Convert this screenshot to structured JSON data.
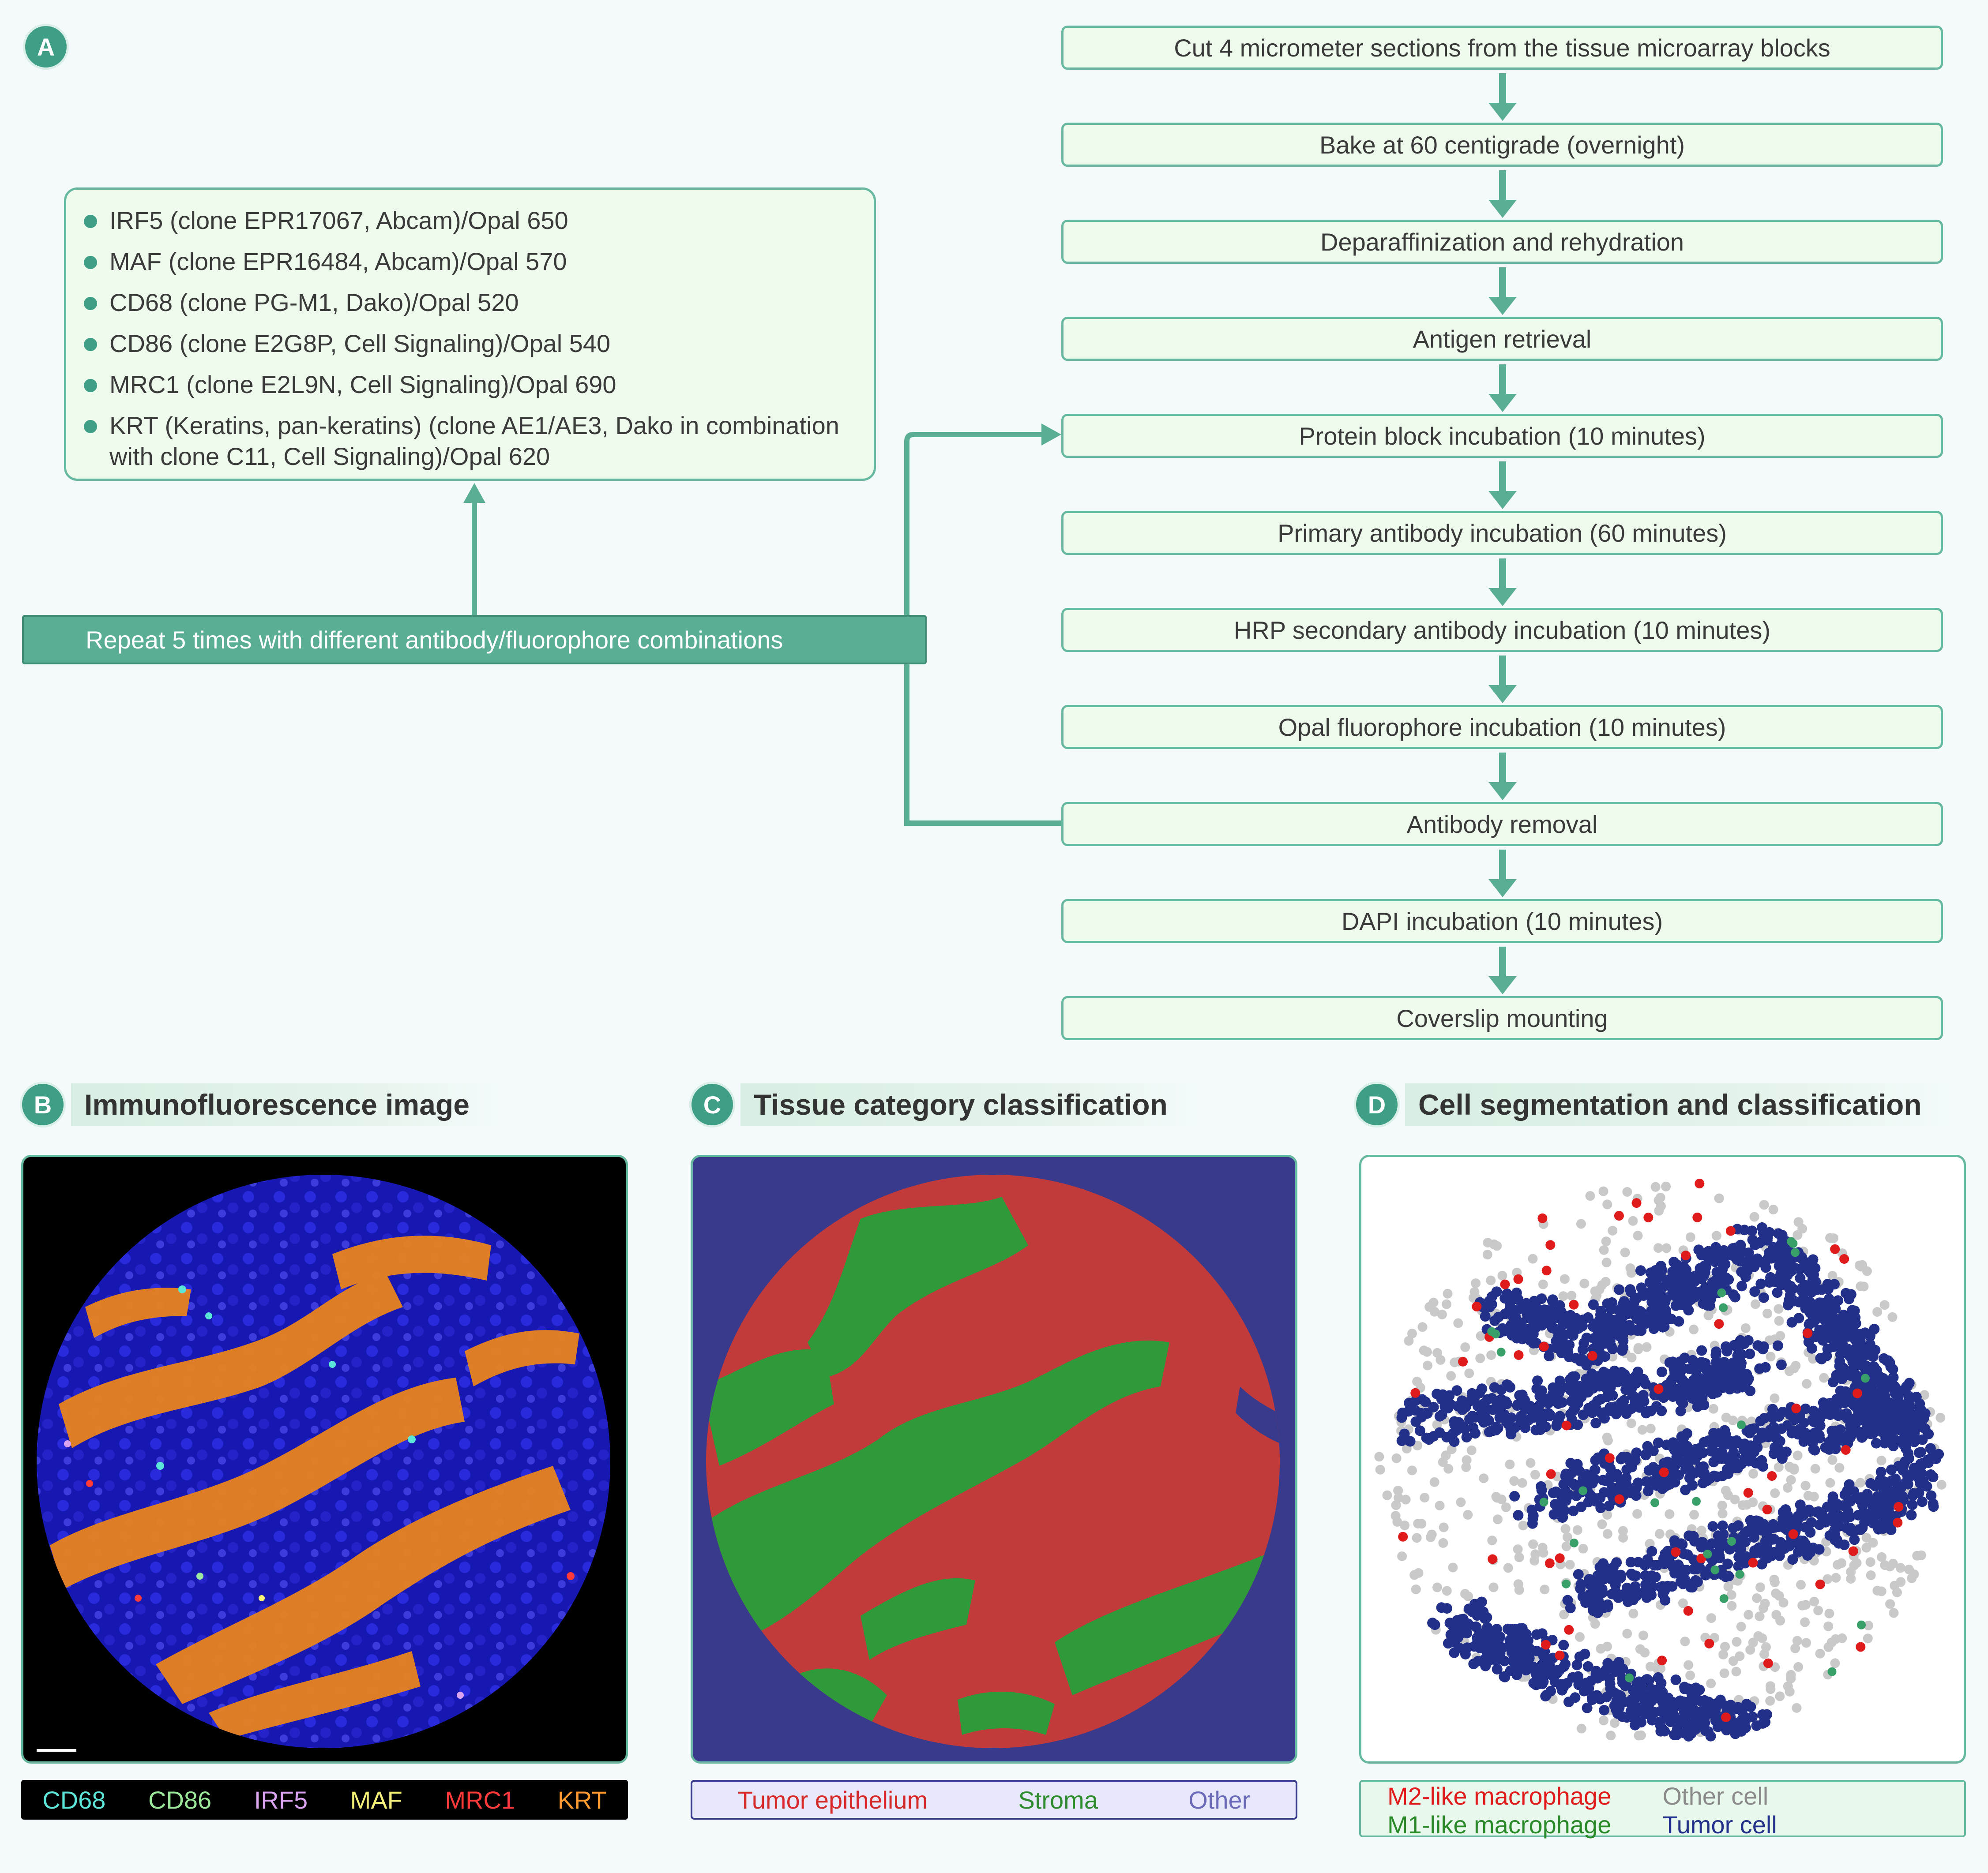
{
  "panel_a": {
    "badge": "A",
    "flow_steps": [
      "Cut 4 micrometer sections from the tissue microarray blocks",
      "Bake at 60 centigrade (overnight)",
      "Deparaffinization and rehydration",
      "Antigen retrieval",
      "Protein block incubation (10 minutes)",
      "Primary antibody incubation (60 minutes)",
      "HRP secondary antibody incubation (10 minutes)",
      "Opal fluorophore incubation (10 minutes)",
      "Antibody removal",
      "DAPI incubation (10 minutes)",
      "Coverslip mounting"
    ],
    "antibodies": [
      "IRF5 (clone EPR17067, Abcam)/Opal 650",
      "MAF (clone EPR16484, Abcam)/Opal 570",
      "CD68 (clone PG-M1, Dako)/Opal 520",
      "CD86 (clone E2G8P, Cell Signaling)/Opal 540",
      "MRC1 (clone E2L9N, Cell Signaling)/Opal 690",
      "KRT (Keratins, pan-keratins) (clone AE1/AE3, Dako in combination with clone C11, Cell Signaling)/Opal 620"
    ],
    "repeat_label": "Repeat 5 times with different antibody/fluorophore combinations"
  },
  "panel_b": {
    "badge": "B",
    "title": "Immunofluorescence image",
    "legend": [
      {
        "label": "CD68",
        "color": "#5ce6d8"
      },
      {
        "label": "CD86",
        "color": "#9be89b"
      },
      {
        "label": "IRF5",
        "color": "#d9a3f0"
      },
      {
        "label": "MAF",
        "color": "#f5f07a"
      },
      {
        "label": "MRC1",
        "color": "#ff3a3a"
      },
      {
        "label": "KRT",
        "color": "#ff9a2e"
      }
    ]
  },
  "panel_c": {
    "badge": "C",
    "title": "Tissue category classification",
    "legend": [
      {
        "label": "Tumor epithelium",
        "color": "#d62a2a"
      },
      {
        "label": "Stroma",
        "color": "#2e8b2e"
      },
      {
        "label": "Other",
        "color": "#6a6ab8"
      }
    ]
  },
  "panel_d": {
    "badge": "D",
    "title": "Cell segmentation and classification",
    "legend": [
      {
        "label": "M2-like macrophage",
        "color": "#e01b1b"
      },
      {
        "label": "Other cell",
        "color": "#8a8a8a"
      },
      {
        "label": "M1-like macrophage",
        "color": "#2a8a2a"
      },
      {
        "label": "Tumor cell",
        "color": "#23308a"
      }
    ]
  }
}
